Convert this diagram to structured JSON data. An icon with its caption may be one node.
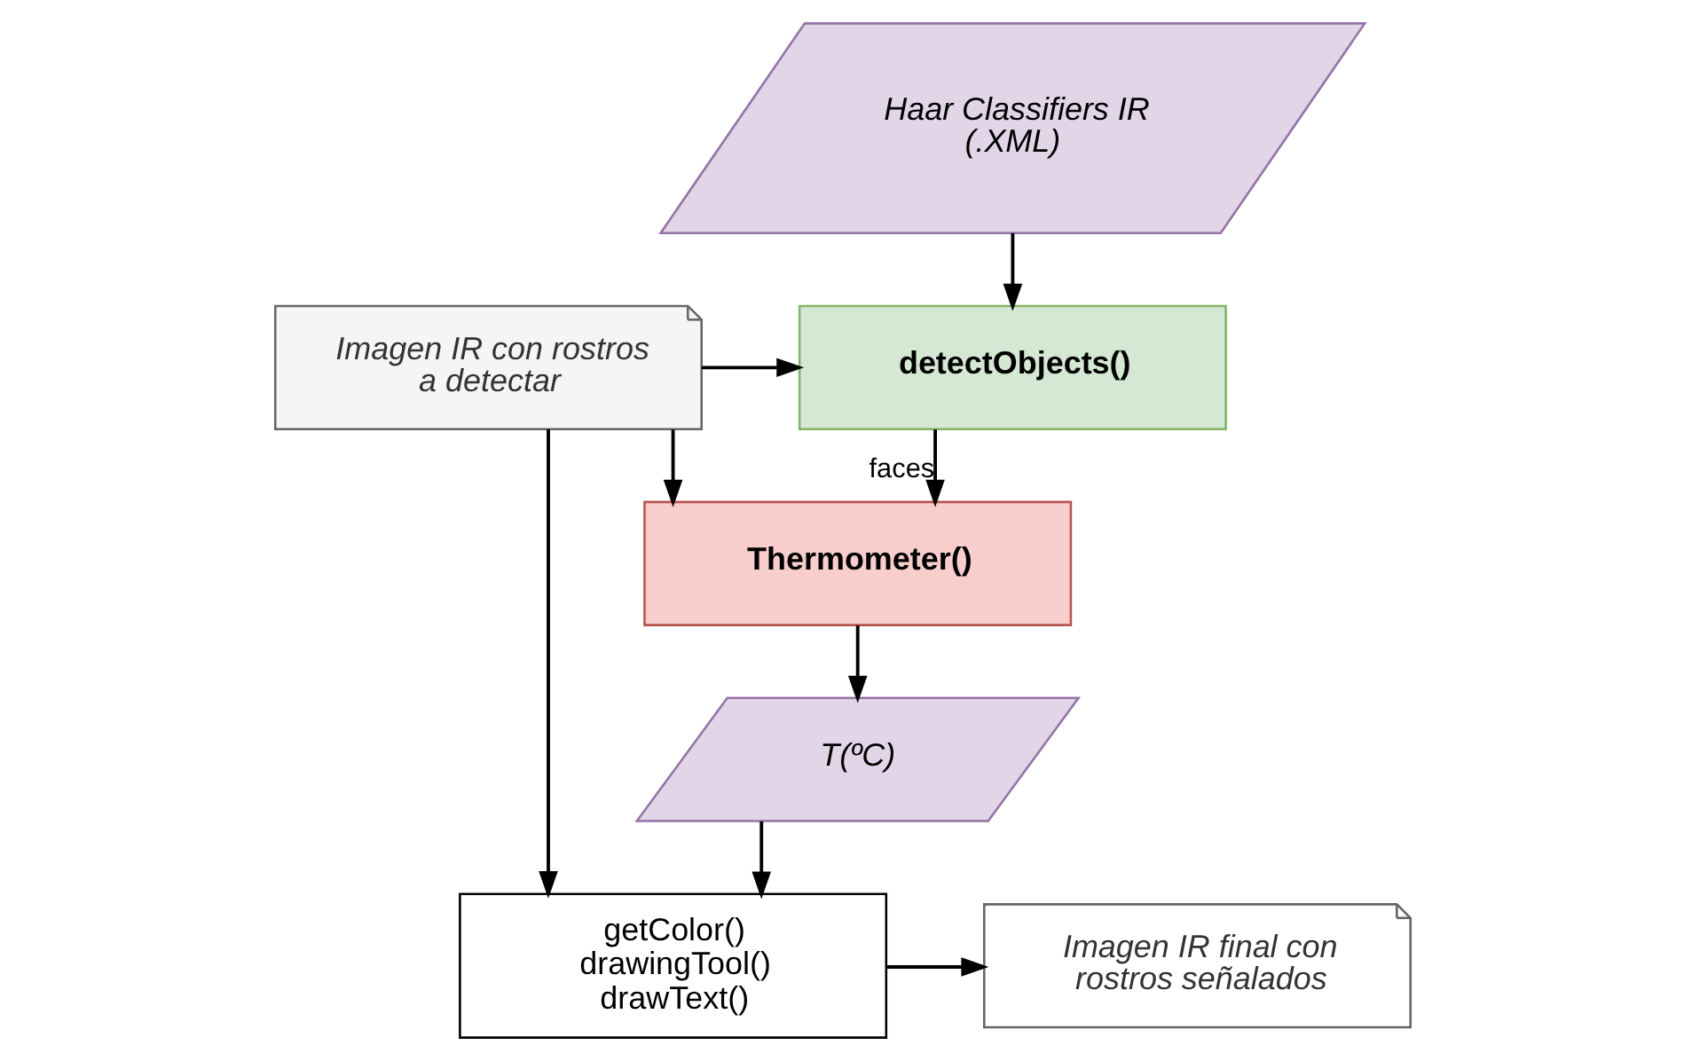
{
  "diagram": {
    "nodes": [
      {
        "text": [
          "Haar Classifiers IR (.XML)"
        ]
      },
      {
        "text": [
          "Imagen IR con rostros a detectar"
        ]
      },
      {
        "text": [
          "detectObjects()"
        ]
      },
      {
        "text": [
          "Thermometer()"
        ]
      },
      {
        "text": [
          "T(ºC)"
        ]
      },
      {
        "text": [
          "getColor()",
          "drawingTool()",
          "drawText()"
        ]
      },
      {
        "text": [
          "Imagen IR final con rostros señalados"
        ]
      }
    ],
    "edges": [
      {
        "from": 0,
        "to": 2,
        "arrow": "to"
      },
      {
        "from": 1,
        "to": 2,
        "arrow": "to"
      },
      {
        "from": 1,
        "to": 3,
        "arrow": "to"
      },
      {
        "from": 1,
        "to": 5,
        "arrow": "to"
      },
      {
        "from": 2,
        "to": 3,
        "label": "faces",
        "arrow": "to"
      },
      {
        "from": 3,
        "to": 4,
        "arrow": "to"
      },
      {
        "from": 4,
        "to": 5,
        "arrow": "to"
      },
      {
        "from": 5,
        "to": 6,
        "arrow": "to"
      }
    ]
  }
}
